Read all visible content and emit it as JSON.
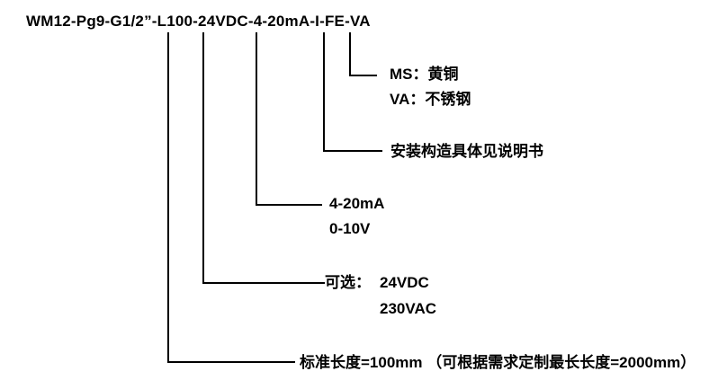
{
  "colors": {
    "background": "#ffffff",
    "text": "#000000",
    "line": "#000000"
  },
  "title": "WM12-Pg9-G1/2”-L100-24VDC-4-20mA-I-FE-VA",
  "branches": {
    "material": {
      "option_1": "MS：黄铜",
      "option_2": "VA：不锈钢"
    },
    "mounting": {
      "note": "安装构造具体见说明书"
    },
    "output_signal": {
      "option_1": "4-20mA",
      "option_2": "0-10V"
    },
    "power_supply": {
      "prefix": "可选：",
      "option_1": "24VDC",
      "option_2": "230VAC"
    },
    "length": {
      "note": "标准长度=100mm （可根据需求定制最长长度=2000mm）"
    }
  }
}
